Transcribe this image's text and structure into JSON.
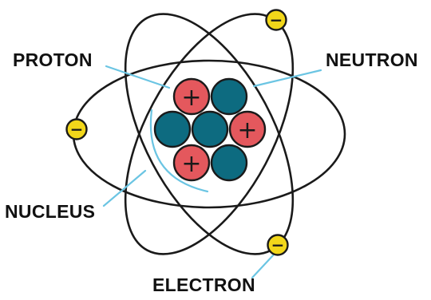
{
  "labels": {
    "proton": "PROTON",
    "neutron": "NEUTRON",
    "nucleus": "NUCLEUS",
    "electron": "ELECTRON"
  },
  "symbols": {
    "proton_charge": "+",
    "electron_charge": "−"
  },
  "colors": {
    "proton": "#e4585d",
    "neutron": "#0d6b80",
    "electron": "#f2d71a",
    "orbit": "#1a1a1a",
    "pointer": "#6bc5e3"
  }
}
